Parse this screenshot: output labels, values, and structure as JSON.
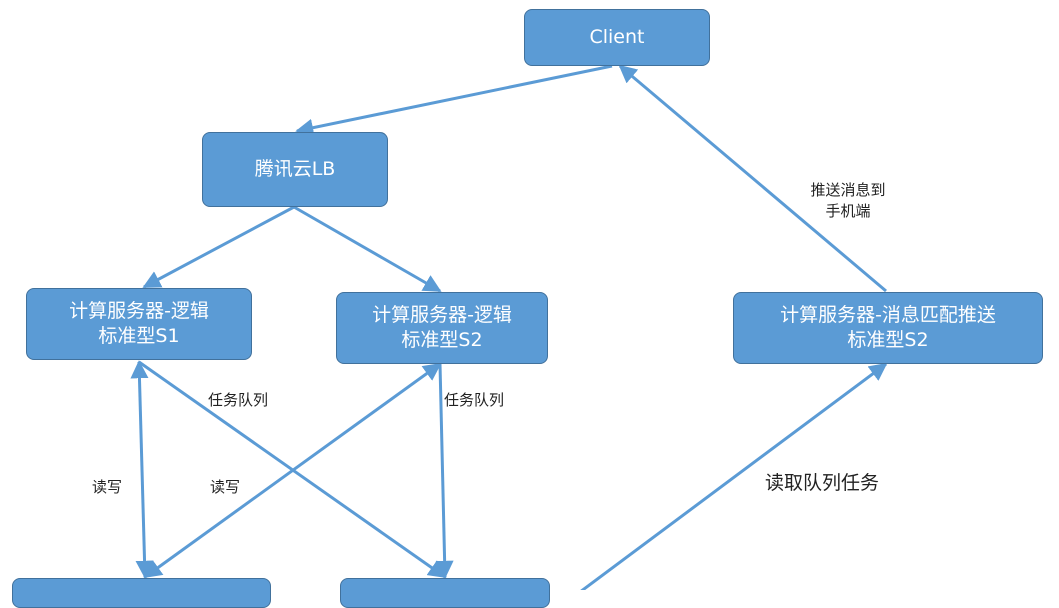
{
  "nodes": {
    "client": {
      "line1": "Client"
    },
    "lb": {
      "line1": "腾讯云LB"
    },
    "s1": {
      "line1": "计算服务器-逻辑",
      "line2": "标准型S1"
    },
    "s2": {
      "line1": "计算服务器-逻辑",
      "line2": "标准型S2"
    },
    "push": {
      "line1": "计算服务器-消息匹配推送",
      "line2": "标准型S2"
    },
    "bottom_left": {
      "line1": ""
    },
    "bottom_mid": {
      "line1": ""
    }
  },
  "labels": {
    "push_to_phone_1": "推送消息到",
    "push_to_phone_2": "手机端",
    "task_queue_1": "任务队列",
    "task_queue_2": "任务队列",
    "read_write_1": "读写",
    "read_write_2": "读写",
    "read_queue_task": "读取队列任务"
  },
  "colors": {
    "node_fill": "#5b9bd5",
    "node_border": "#41719c",
    "arrow": "#5b9bd5",
    "text": "#222222"
  }
}
